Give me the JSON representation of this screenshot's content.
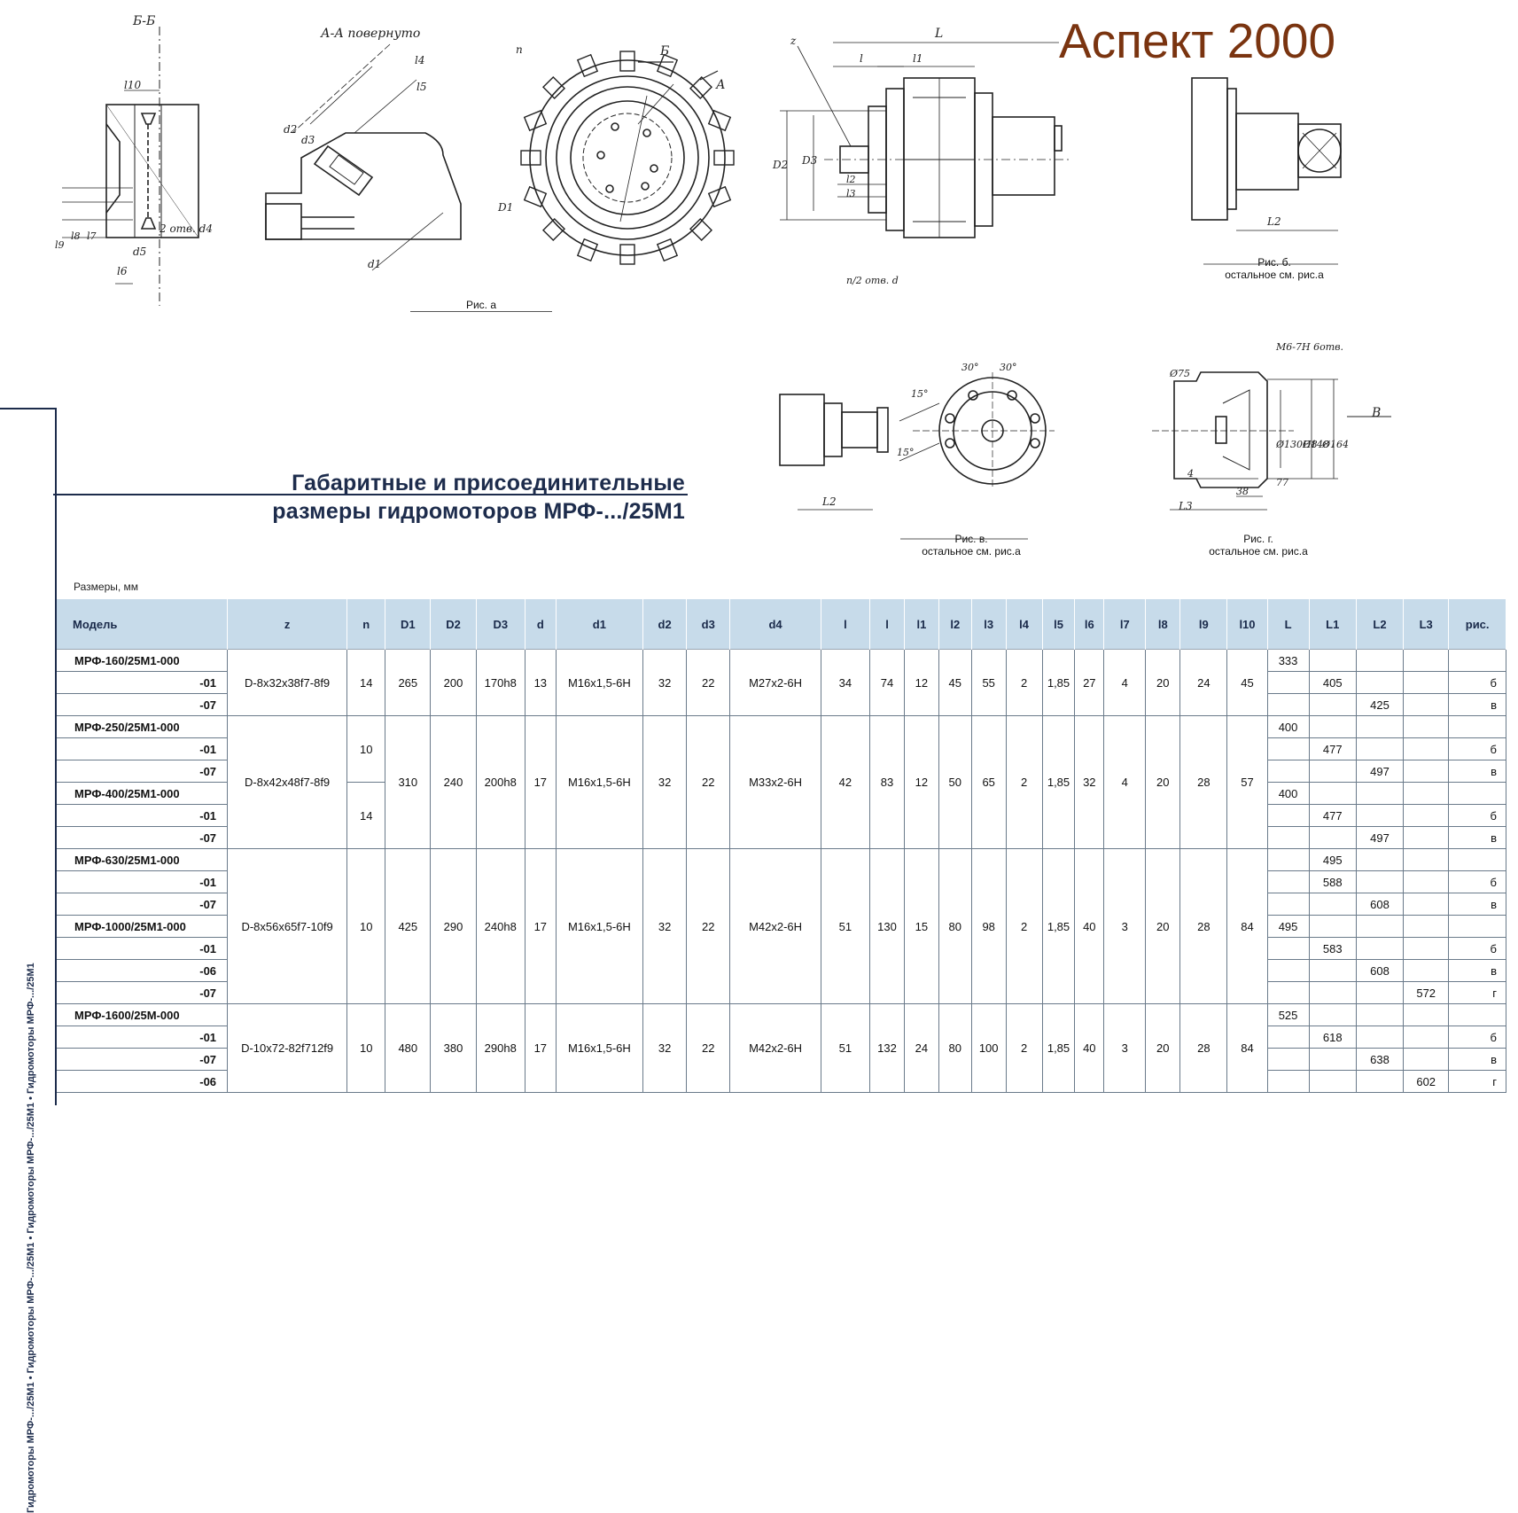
{
  "brand": "Аспект 2000",
  "captions": {
    "fig_a": "Рис. а",
    "fig_b": "Рис. б.",
    "fig_b_note": "остальное см. рис.а",
    "fig_v": "Рис. в.",
    "fig_v_note": "остальное см. рис.а",
    "fig_g": "Рис. г.",
    "fig_g_note": "остальное см. рис.а"
  },
  "drawing_labels": {
    "section_bb": "Б-Б",
    "section_aa": "А-А повернуто",
    "l10": "l10",
    "l4": "l4",
    "l5": "l5",
    "d2": "d2",
    "d3": "d3",
    "d1": "d1",
    "hole_note": "2 отв. d4",
    "d5": "d5",
    "l6": "l6",
    "l7": "l7",
    "l8": "l8",
    "l9": "l9",
    "n": "n",
    "b": "Б",
    "a": "А",
    "D1": "D1",
    "z": "z",
    "L": "L",
    "l": "l",
    "l1": "l1",
    "l2": "l2",
    "l3": "l3",
    "D2": "D2",
    "D3": "D3",
    "holes_d": "n/2 отв. d",
    "L2": "L2",
    "L3": "L3",
    "deg30a": "30°",
    "deg30b": "30°",
    "deg15a": "15°",
    "deg15b": "15°",
    "phi75": "Ø75",
    "thread": "M6-7H 6отв.",
    "phi130": "Ø130H8",
    "phi148": "Ø148",
    "phi164": "Ø164",
    "v": "В",
    "n4": "4",
    "n38": "38",
    "n77": "77"
  },
  "title": {
    "line1": "Габаритные и присоединительные",
    "line2": "размеры гидромоторов МРФ-.../25М1"
  },
  "side_text": "Гидромоторы МРФ-.../25М1 • Гидромоторы МРФ-.../25М1 • Гидромоторы МРФ-.../25М1 • Гидромоторы МРФ-.../25М1",
  "units_label": "Размеры, мм",
  "table": {
    "headers": [
      "Модель",
      "z",
      "n",
      "D1",
      "D2",
      "D3",
      "d",
      "d1",
      "d2",
      "d3",
      "d4",
      "l",
      "l",
      "l1",
      "l2",
      "l3",
      "l4",
      "l5",
      "l6",
      "l7",
      "l8",
      "l9",
      "l10",
      "L",
      "L1",
      "L2",
      "L3",
      "рис."
    ],
    "rows": [
      [
        "МРФ-160/25М1-000",
        "D-8x32x38f7-8f9",
        "14",
        "265",
        "200",
        "170h8",
        "13",
        "M16x1,5-6H",
        "32",
        "22",
        "M27x2-6H",
        "34",
        "74",
        "12",
        "45",
        "55",
        "2",
        "1,85",
        "27",
        "4",
        "20",
        "24",
        "45",
        "333",
        "",
        "",
        "",
        ""
      ],
      [
        "-01",
        "",
        "",
        "",
        "",
        "",
        "",
        "",
        "",
        "",
        "",
        "",
        "",
        "",
        "",
        "",
        "",
        "",
        "",
        "",
        "",
        "",
        "",
        "",
        "405",
        "",
        "",
        "б"
      ],
      [
        "-07",
        "",
        "",
        "",
        "",
        "",
        "",
        "",
        "",
        "",
        "",
        "",
        "",
        "",
        "",
        "",
        "",
        "",
        "",
        "",
        "",
        "",
        "",
        "",
        "",
        "425",
        "",
        "в"
      ],
      [
        "МРФ-250/25М1-000",
        "D-8x42x48f7-8f9",
        "10",
        "310",
        "240",
        "200h8",
        "17",
        "M16x1,5-6H",
        "32",
        "22",
        "M33x2-6H",
        "42",
        "83",
        "12",
        "50",
        "65",
        "2",
        "1,85",
        "32",
        "4",
        "20",
        "28",
        "57",
        "400",
        "",
        "",
        "",
        ""
      ],
      [
        "-01",
        "",
        "",
        "",
        "",
        "",
        "",
        "",
        "",
        "",
        "",
        "",
        "",
        "",
        "",
        "",
        "",
        "",
        "",
        "",
        "",
        "",
        "",
        "",
        "477",
        "",
        "",
        "б"
      ],
      [
        "-07",
        "",
        "",
        "",
        "",
        "",
        "",
        "",
        "",
        "",
        "",
        "",
        "",
        "",
        "",
        "",
        "",
        "",
        "",
        "",
        "",
        "",
        "",
        "",
        "",
        "497",
        "",
        "в"
      ],
      [
        "МРФ-400/25М1-000",
        "",
        "14",
        "",
        "",
        "",
        "",
        "",
        "",
        "",
        "",
        "",
        "",
        "",
        "",
        "",
        "",
        "",
        "",
        "",
        "",
        "",
        "",
        "400",
        "",
        "",
        "",
        ""
      ],
      [
        "-01",
        "",
        "",
        "",
        "",
        "",
        "",
        "",
        "",
        "",
        "",
        "",
        "",
        "",
        "",
        "",
        "",
        "",
        "",
        "",
        "",
        "",
        "",
        "",
        "477",
        "",
        "",
        "б"
      ],
      [
        "-07",
        "",
        "",
        "",
        "",
        "",
        "",
        "",
        "",
        "",
        "",
        "",
        "",
        "",
        "",
        "",
        "",
        "",
        "",
        "",
        "",
        "",
        "",
        "",
        "",
        "497",
        "",
        "в"
      ],
      [
        "МРФ-630/25М1-000",
        "D-8x56x65f7-10f9",
        "10",
        "425",
        "290",
        "240h8",
        "17",
        "M16x1,5-6H",
        "32",
        "22",
        "M42x2-6H",
        "51",
        "130",
        "15",
        "80",
        "98",
        "2",
        "1,85",
        "40",
        "3",
        "20",
        "28",
        "84",
        "",
        "495",
        "",
        "",
        ""
      ],
      [
        "-01",
        "",
        "",
        "",
        "",
        "",
        "",
        "",
        "",
        "",
        "",
        "",
        "",
        "",
        "",
        "",
        "",
        "",
        "",
        "",
        "",
        "",
        "",
        "",
        "588",
        "",
        "",
        "б"
      ],
      [
        "-07",
        "",
        "",
        "",
        "",
        "",
        "",
        "",
        "",
        "",
        "",
        "",
        "",
        "",
        "",
        "",
        "",
        "",
        "",
        "",
        "",
        "",
        "",
        "",
        "",
        "608",
        "",
        "в"
      ],
      [
        "МРФ-1000/25М1-000",
        "",
        "",
        "",
        "",
        "",
        "",
        "",
        "",
        "",
        "",
        "",
        "",
        "",
        "",
        "",
        "",
        "",
        "",
        "",
        "",
        "",
        "",
        "495",
        "",
        "",
        "",
        ""
      ],
      [
        "-01",
        "",
        "",
        "",
        "",
        "",
        "",
        "",
        "",
        "",
        "",
        "",
        "",
        "",
        "",
        "",
        "",
        "",
        "",
        "",
        "",
        "",
        "",
        "",
        "583",
        "",
        "",
        "б"
      ],
      [
        "-06",
        "",
        "",
        "",
        "",
        "",
        "",
        "",
        "",
        "",
        "",
        "",
        "",
        "",
        "",
        "",
        "",
        "",
        "",
        "",
        "",
        "",
        "",
        "",
        "",
        "608",
        "",
        "в"
      ],
      [
        "-07",
        "",
        "",
        "",
        "",
        "",
        "",
        "",
        "",
        "",
        "",
        "",
        "",
        "",
        "",
        "",
        "",
        "",
        "",
        "",
        "",
        "",
        "",
        "",
        "",
        "",
        "572",
        "г"
      ],
      [
        "МРФ-1600/25М-000",
        "D-10x72-82f712f9",
        "10",
        "480",
        "380",
        "290h8",
        "17",
        "M16x1,5-6H",
        "32",
        "22",
        "M42x2-6H",
        "51",
        "132",
        "24",
        "80",
        "100",
        "2",
        "1,85",
        "40",
        "3",
        "20",
        "28",
        "84",
        "525",
        "",
        "",
        "",
        ""
      ],
      [
        "-01",
        "",
        "",
        "",
        "",
        "",
        "",
        "",
        "",
        "",
        "",
        "",
        "",
        "",
        "",
        "",
        "",
        "",
        "",
        "",
        "",
        "",
        "",
        "",
        "618",
        "",
        "",
        "б"
      ],
      [
        "-07",
        "",
        "",
        "",
        "",
        "",
        "",
        "",
        "",
        "",
        "",
        "",
        "",
        "",
        "",
        "",
        "",
        "",
        "",
        "",
        "",
        "",
        "",
        "",
        "",
        "638",
        "",
        "в"
      ],
      [
        "-06",
        "",
        "",
        "",
        "",
        "",
        "",
        "",
        "",
        "",
        "",
        "",
        "",
        "",
        "",
        "",
        "",
        "",
        "",
        "",
        "",
        "",
        "",
        "",
        "",
        "",
        "602",
        "г"
      ]
    ],
    "groups": [
      {
        "start": 0,
        "span": 3,
        "ncols": [
          1,
          2,
          3,
          4,
          5,
          6,
          7,
          8,
          9,
          10,
          11,
          12,
          13,
          14,
          15,
          16,
          17,
          18,
          19,
          20,
          21,
          22
        ],
        "nspan": null
      },
      {
        "start": 3,
        "span": 6
      },
      {
        "start": 9,
        "span": 7
      },
      {
        "start": 16,
        "span": 4
      }
    ]
  }
}
